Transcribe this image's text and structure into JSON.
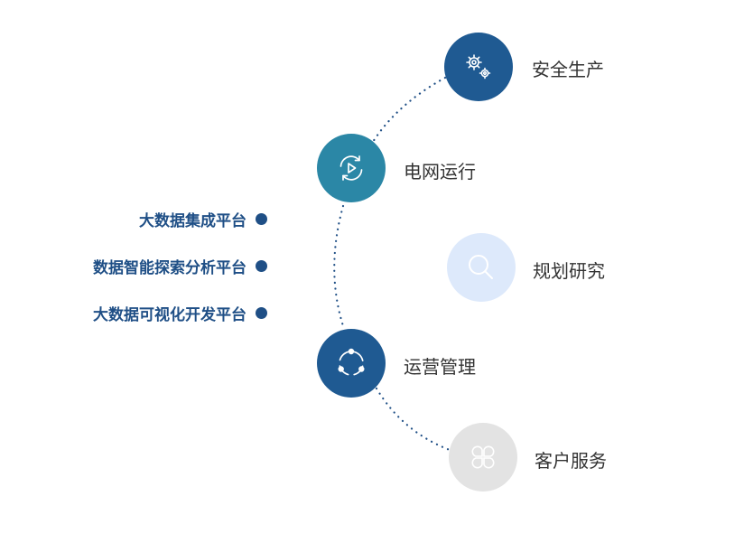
{
  "platforms": [
    {
      "label": "大数据集成平台"
    },
    {
      "label": "数据智能探索分析平台"
    },
    {
      "label": "大数据可视化开发平台"
    }
  ],
  "nodes": [
    {
      "label": "安全生产",
      "icon": "gears-icon",
      "color": "#1f5a92"
    },
    {
      "label": "电网运行",
      "icon": "refresh-play-icon",
      "color": "#2b87a6"
    },
    {
      "label": "规划研究",
      "icon": "search-icon",
      "color": "#dde9fb"
    },
    {
      "label": "运营管理",
      "icon": "cycle-icon",
      "color": "#1f5a92"
    },
    {
      "label": "客户服务",
      "icon": "clover-icon",
      "color": "#e3e3e3"
    }
  ],
  "colors": {
    "accent": "#1f4f86",
    "connector": "#1f4f86",
    "label_text": "#333333"
  }
}
